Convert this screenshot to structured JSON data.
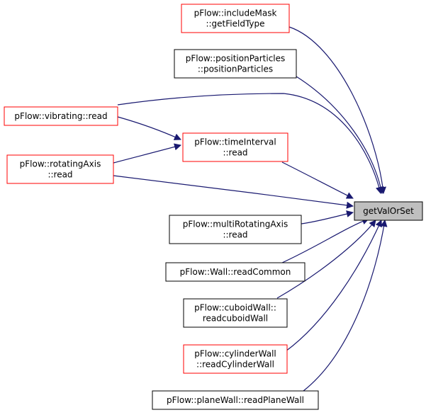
{
  "nodes": {
    "target": {
      "lines": [
        "getValOrSet"
      ],
      "highlighted": true,
      "border": "black"
    },
    "includeMask": {
      "lines": [
        "pFlow::includeMask",
        "::getFieldType"
      ],
      "border": "red"
    },
    "positionParticles": {
      "lines": [
        "pFlow::positionParticles",
        "::positionParticles"
      ],
      "border": "black"
    },
    "vibrating": {
      "lines": [
        "pFlow::vibrating::read"
      ],
      "border": "red"
    },
    "timeInterval": {
      "lines": [
        "pFlow::timeInterval",
        "::read"
      ],
      "border": "red"
    },
    "rotatingAxis": {
      "lines": [
        "pFlow::rotatingAxis",
        "::read"
      ],
      "border": "red"
    },
    "multiRotatingAxis": {
      "lines": [
        "pFlow::multiRotatingAxis",
        "::read"
      ],
      "border": "black"
    },
    "wall": {
      "lines": [
        "pFlow::Wall::readCommon"
      ],
      "border": "black"
    },
    "cuboidWall": {
      "lines": [
        "pFlow::cuboidWall::",
        "readcuboidWall"
      ],
      "border": "black"
    },
    "cylinderWall": {
      "lines": [
        "pFlow::cylinderWall",
        "::readCylinderWall"
      ],
      "border": "red"
    },
    "planeWall": {
      "lines": [
        "pFlow::planeWall::readPlaneWall"
      ],
      "border": "black"
    }
  },
  "edges": [
    {
      "from": "includeMask",
      "to": "target"
    },
    {
      "from": "positionParticles",
      "to": "target"
    },
    {
      "from": "vibrating",
      "to": "target"
    },
    {
      "from": "vibrating",
      "to": "timeInterval"
    },
    {
      "from": "timeInterval",
      "to": "target"
    },
    {
      "from": "rotatingAxis",
      "to": "timeInterval"
    },
    {
      "from": "rotatingAxis",
      "to": "target"
    },
    {
      "from": "multiRotatingAxis",
      "to": "target"
    },
    {
      "from": "wall",
      "to": "target"
    },
    {
      "from": "cuboidWall",
      "to": "target"
    },
    {
      "from": "cylinderWall",
      "to": "target"
    },
    {
      "from": "planeWall",
      "to": "target"
    }
  ],
  "colors": {
    "edge": "#191970",
    "border_red": "#ff0000",
    "border_black": "#000000",
    "highlight_fill": "#bfbfbf",
    "node_fill": "#ffffff"
  }
}
